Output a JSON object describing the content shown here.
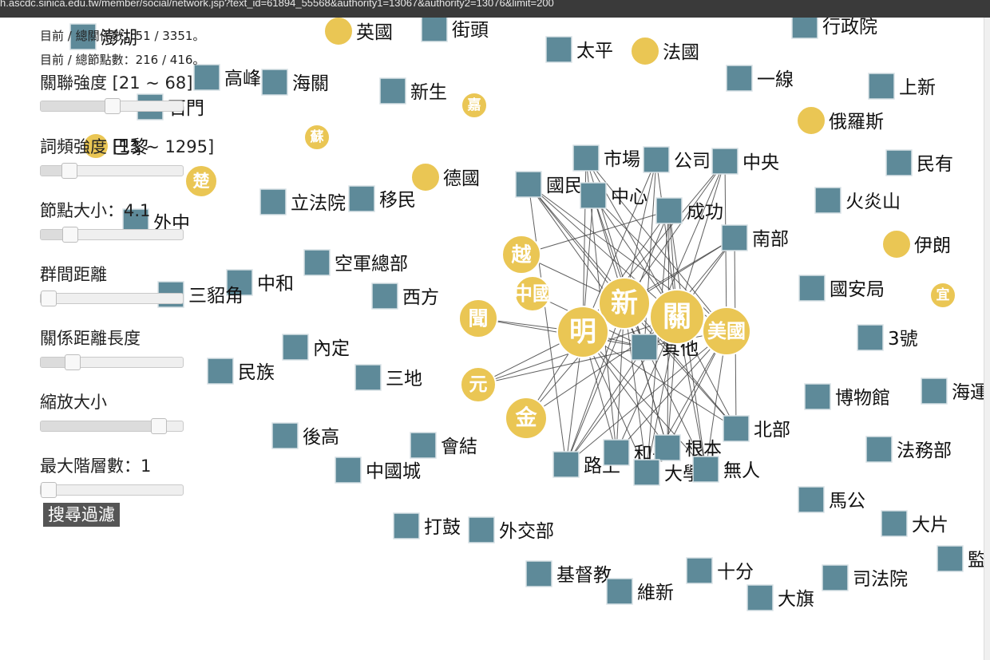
{
  "browser": {
    "url": "h.ascdc.sinica.edu.tw/member/social/network.jsp?text_id=61894_55568&authority1=13067&authority2=13076&limit=200"
  },
  "stats": {
    "edges_line": "目前 / 總關係數：51 / 3351。",
    "nodes_line": "目前 / 總節點數：216 / 416。"
  },
  "controls": {
    "strength_label": "關聯強度 [21 ~ 68]",
    "strength_value": 0.5,
    "freq_label": "詞頻強度 [13 ~ 1295]",
    "freq_value": 0.16,
    "node_size_label": "節點大小：4.1",
    "node_size_value": 0.17,
    "group_distance_label": "群間距離",
    "group_distance_value": 0.0,
    "link_length_label": "關係距離長度",
    "link_length_value": 0.19,
    "zoom_label": "縮放大小",
    "zoom_value": 0.86,
    "max_depth_label": "最大階層數：1",
    "max_depth_value": 0.0,
    "search_button": "搜尋過濾"
  },
  "graph": {
    "colors": {
      "square_node": "#5e8a99",
      "circle_node": "#eac654",
      "edge": "#444444"
    },
    "squares": [
      "澎湖",
      "街頭",
      "太平",
      "行政院",
      "一線",
      "上新",
      "高峰",
      "海關",
      "新生",
      "石門",
      "市場",
      "公司",
      "中央",
      "民有",
      "立法院",
      "移民",
      "國民",
      "中心",
      "成功",
      "火炎山",
      "外中",
      "南部",
      "空軍總部",
      "中和",
      "三貂角",
      "西方",
      "國安局",
      "內定",
      "其他",
      "3號",
      "民族",
      "三地",
      "博物館",
      "海運",
      "北部",
      "後高",
      "會結",
      "中國城",
      "路上",
      "和平",
      "根本",
      "大學",
      "無人",
      "法務部",
      "馬公",
      "大片",
      "打鼓",
      "外交部",
      "監",
      "基督教",
      "十分",
      "維新",
      "大旗",
      "司法院"
    ],
    "circles": [
      "英國",
      "法國",
      "嘉",
      "俄羅斯",
      "蘇",
      "巴黎",
      "楚",
      "德國",
      "伊朗",
      "越",
      "中國",
      "新",
      "關",
      "宜",
      "聞",
      "明",
      "美國",
      "元",
      "金"
    ],
    "hub_labels": [
      "關",
      "明",
      "新",
      "中國",
      "美國"
    ]
  }
}
